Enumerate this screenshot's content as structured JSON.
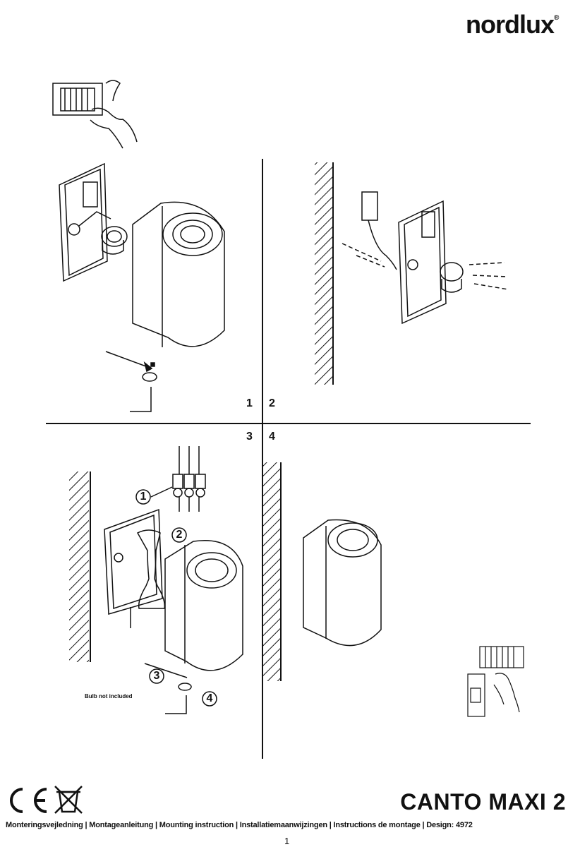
{
  "header": {
    "brand": "nordlux",
    "brand_mark": "®"
  },
  "steps": [
    "1",
    "2",
    "3",
    "4"
  ],
  "illustration": {
    "bulb_note": "Bulb not included",
    "callouts": [
      "1",
      "2",
      "3",
      "4"
    ]
  },
  "footer": {
    "marks": [
      "CE",
      "WEEE"
    ],
    "product_title": "CANTO MAXI 2",
    "subtitle": "Monteringsvejledning | Montageanleitung | Mounting instruction | Installatiemaanwijzingen | Instructions de montage | Design: 4972",
    "page_number": "1"
  }
}
